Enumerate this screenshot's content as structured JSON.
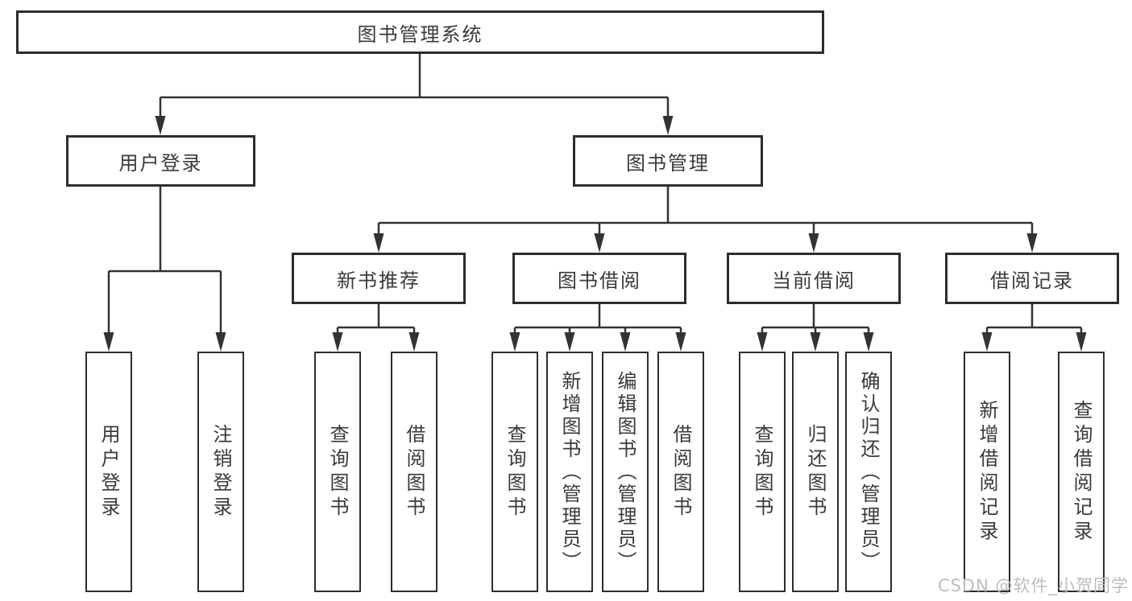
{
  "diagram": {
    "root": "图书管理系统",
    "level2": {
      "user_login": "用户登录",
      "book_management": "图书管理"
    },
    "level3": {
      "new_book_recommend": "新书推荐",
      "book_borrow": "图书借阅",
      "current_borrow": "当前借阅",
      "borrow_records": "借阅记录"
    },
    "leaves": {
      "user_login": [
        "用户登录",
        "注销登录"
      ],
      "new_book_recommend": [
        "查询图书",
        "借阅图书"
      ],
      "book_borrow": [
        "查询图书",
        "新增图书（管理员）",
        "编辑图书（管理员）",
        "借阅图书"
      ],
      "current_borrow": [
        "查询图书",
        "归还图书",
        "确认归还（管理员）"
      ],
      "borrow_records": [
        "新增借阅记录",
        "查询借阅记录"
      ]
    },
    "colors": {
      "line": "#333333",
      "border": "#2d2d2d",
      "text": "#3a3a3a",
      "background": "#ffffff",
      "watermark_text": "#bcbcbc"
    }
  },
  "watermark": {
    "text": "CSDN @软件_小贺同学"
  }
}
